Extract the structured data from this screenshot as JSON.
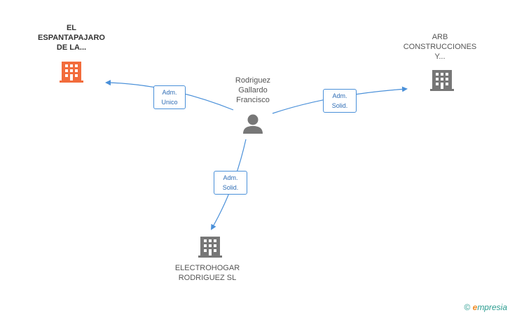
{
  "person": {
    "name_lines": [
      "Rodriguez",
      "Gallardo",
      "Francisco"
    ]
  },
  "companies": [
    {
      "id": "espantapajaro",
      "name_lines": [
        "EL",
        "ESPANTAPAJARO",
        "DE LA..."
      ],
      "color": "#f26c3c",
      "highlight": true
    },
    {
      "id": "arb",
      "name_lines": [
        "ARB",
        "CONSTRUCCIONES",
        "Y..."
      ],
      "color": "#777777",
      "highlight": false
    },
    {
      "id": "electrohogar",
      "name_lines": [
        "ELECTROHOGAR",
        "RODRIGUEZ SL"
      ],
      "color": "#777777",
      "highlight": false
    }
  ],
  "edges": [
    {
      "to": "espantapajaro",
      "role_lines": [
        "Adm.",
        "Unico"
      ]
    },
    {
      "to": "arb",
      "role_lines": [
        "Adm.",
        "Solid."
      ]
    },
    {
      "to": "electrohogar",
      "role_lines": [
        "Adm.",
        "Solid."
      ]
    }
  ],
  "colors": {
    "edge": "#4a90d9",
    "person_icon": "#777777"
  },
  "watermark": {
    "copyright": "©",
    "brand_initial": "e",
    "brand_rest": "mpresia"
  }
}
